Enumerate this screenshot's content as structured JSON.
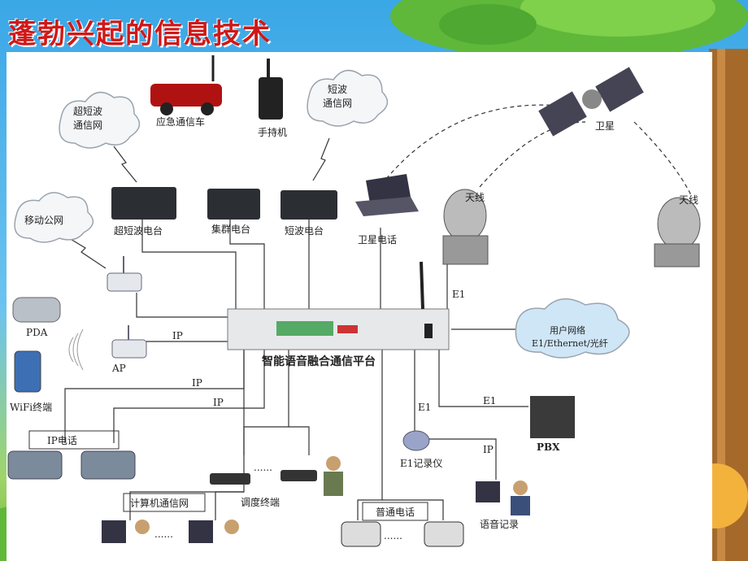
{
  "slide": {
    "title": "蓬勃兴起的信息技术"
  },
  "diagram": {
    "hub_label": "智能语音融合通信平台",
    "nodes": {
      "ushort_net": "超短波\n通信网",
      "emergency_car": "应急通信车",
      "handset": "手持机",
      "short_net": "短波\n通信网",
      "satellite": "卫星",
      "mobile_net": "移动公网",
      "ushort_station": "超短波电台",
      "cluster_station": "集群电台",
      "short_station": "短波电台",
      "sat_phone": "卫星电话",
      "antenna1": "天线",
      "antenna2": "天线",
      "pda": "PDA",
      "ap": "AP",
      "wifi_terminal": "WiFi终端",
      "user_net_line1": "用户网络",
      "user_net_line2": "E1/Ethernet/光纤",
      "ip_phone": "IP电话",
      "dispatch_terminal": "调度终端",
      "e1_recorder": "E1记录仪",
      "pbx": "PBX",
      "pc_net": "计算机通信网",
      "plain_phone": "普通电话",
      "voice_record": "语音记录"
    },
    "link_labels": {
      "ip_ap": "IP",
      "ip_phone1": "IP",
      "ip_phone2": "IP",
      "e1_antenna": "E1",
      "e1_recorder": "E1",
      "e1_pbx": "E1",
      "ip_voice": "IP"
    },
    "dots": "......"
  }
}
